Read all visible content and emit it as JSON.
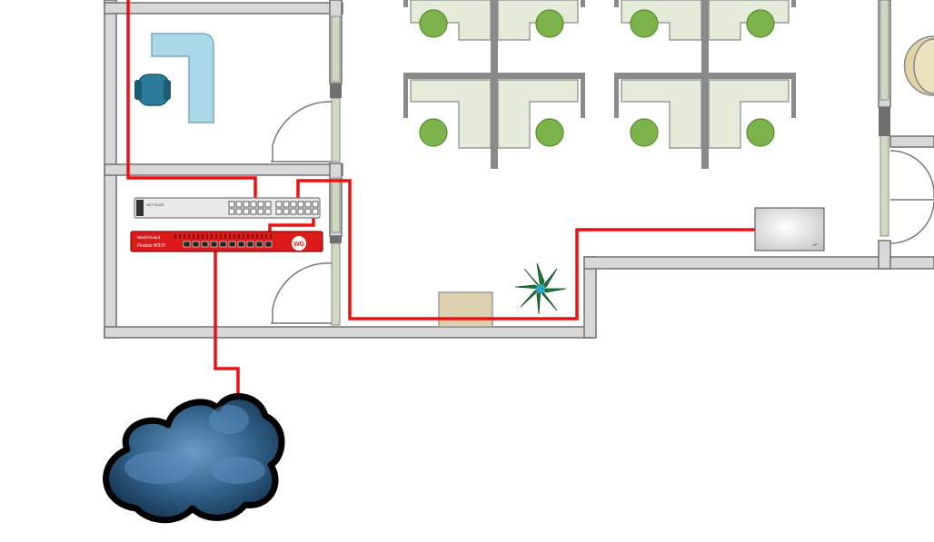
{
  "diagram": {
    "type": "office-floor-plan-network",
    "colors": {
      "cable": "#ee1111",
      "wall": "#707070",
      "wall_fill": "#d8d8d8",
      "desk": "#e4ecd9",
      "chair": "#7cb34a",
      "office_desk": "#aad8e8",
      "office_chair": "#2a7a9a",
      "firewall": "#dd1a1a",
      "switch": "#e9e9e9",
      "cloud": "#2f5f85",
      "plant": "#1c7a3a"
    },
    "switch": {
      "brand_label": "NETGEAR",
      "icon": "network-switch-icon"
    },
    "firewall": {
      "brand_label": "WatchGuard",
      "model_label": "Firebox M370",
      "logo_label": "WG",
      "icon": "firewall-appliance-icon"
    },
    "access_point": {
      "label": "AP",
      "icon": "wireless-access-point-icon"
    },
    "cloud": {
      "icon": "internet-cloud-icon"
    },
    "plant": {
      "icon": "potted-plant-icon"
    },
    "cabinet": {
      "icon": "cabinet-icon"
    }
  }
}
